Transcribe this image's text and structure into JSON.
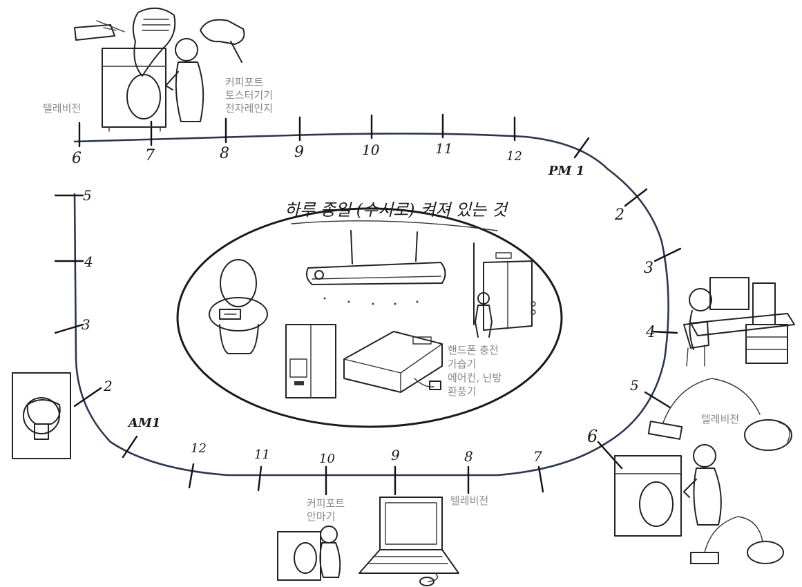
{
  "center_title": "하루 종일 (수시로) 켜져 있는 것",
  "center_note_lines": [
    "핸드폰 충전",
    "가습기",
    "에어컨, 난방",
    "환풍기"
  ],
  "top_note_tv": "텔레비전",
  "top_note_8": [
    "커피포트",
    "토스터기기",
    "전자레인지"
  ],
  "right_note_tv": "텔레비전",
  "bottom_note_10": [
    "커피포트",
    "안마기"
  ],
  "bottom_note_8": "텔레비전",
  "hours": {
    "top": [
      "6",
      "7",
      "8",
      "9",
      "10",
      "11",
      "12"
    ],
    "pm1": "PM 1",
    "right": [
      "2",
      "3",
      "4",
      "5",
      "6"
    ],
    "bottom": [
      "7",
      "8",
      "9",
      "10",
      "11",
      "12"
    ],
    "am1": "AM1",
    "left": [
      "2",
      "3",
      "4",
      "5"
    ]
  },
  "icons": [
    "hair-clipper-icon",
    "electric-shaver-icon",
    "hair-dryer-icon",
    "washing-machine-icon",
    "person-icon",
    "toilet-bidet-icon",
    "air-conditioner-icon",
    "elevator-icon",
    "refrigerator-icon",
    "charger-pad-icon",
    "desktop-computer-icon",
    "vacuum-cleaner-icon",
    "wall-plug-icon",
    "laptop-icon"
  ]
}
